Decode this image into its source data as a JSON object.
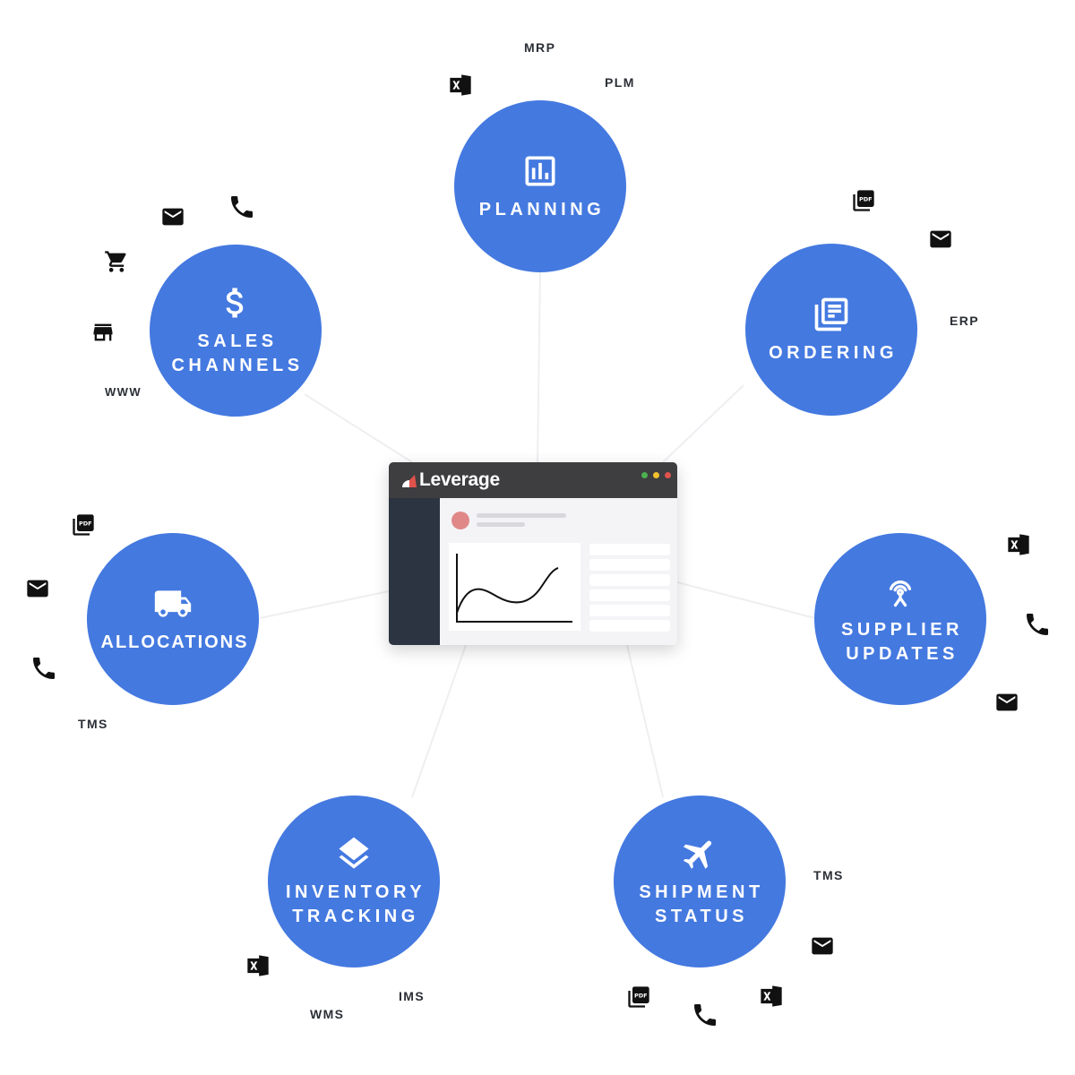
{
  "app": {
    "brand": "Leverage"
  },
  "hubs": {
    "planning": {
      "lines": [
        "PLANNING"
      ],
      "icon": "bar-chart-icon"
    },
    "ordering": {
      "lines": [
        "ORDERING"
      ],
      "icon": "documents-icon"
    },
    "supplier": {
      "lines": [
        "SUPPLIER",
        "UPDATES"
      ],
      "icon": "antenna-icon"
    },
    "shipment": {
      "lines": [
        "SHIPMENT",
        "STATUS"
      ],
      "icon": "airplane-icon"
    },
    "inventory": {
      "lines": [
        "INVENTORY",
        "TRACKING"
      ],
      "icon": "layers-icon"
    },
    "allocations": {
      "lines": [
        "ALLOCATIONS"
      ],
      "icon": "truck-icon"
    },
    "sales": {
      "lines": [
        "SALES",
        "CHANNELS"
      ],
      "icon": "dollar-icon"
    }
  },
  "labels": {
    "mrp": "MRP",
    "plm": "PLM",
    "erp": "ERP",
    "tms_shipment": "TMS",
    "ims": "IMS",
    "wms": "WMS",
    "tms_allocations": "TMS",
    "www": "WWW"
  },
  "symbols": [
    "excel-icon",
    "pdf-icon",
    "mail-icon",
    "phone-icon",
    "cart-icon",
    "store-icon"
  ],
  "colors": {
    "hub": "#4479e0",
    "titlebar": "#3e3d40",
    "sidebar": "#2b3440",
    "avatar": "#e08888",
    "dots": [
      "#4caf50",
      "#f2c12e",
      "#e0524c"
    ]
  }
}
